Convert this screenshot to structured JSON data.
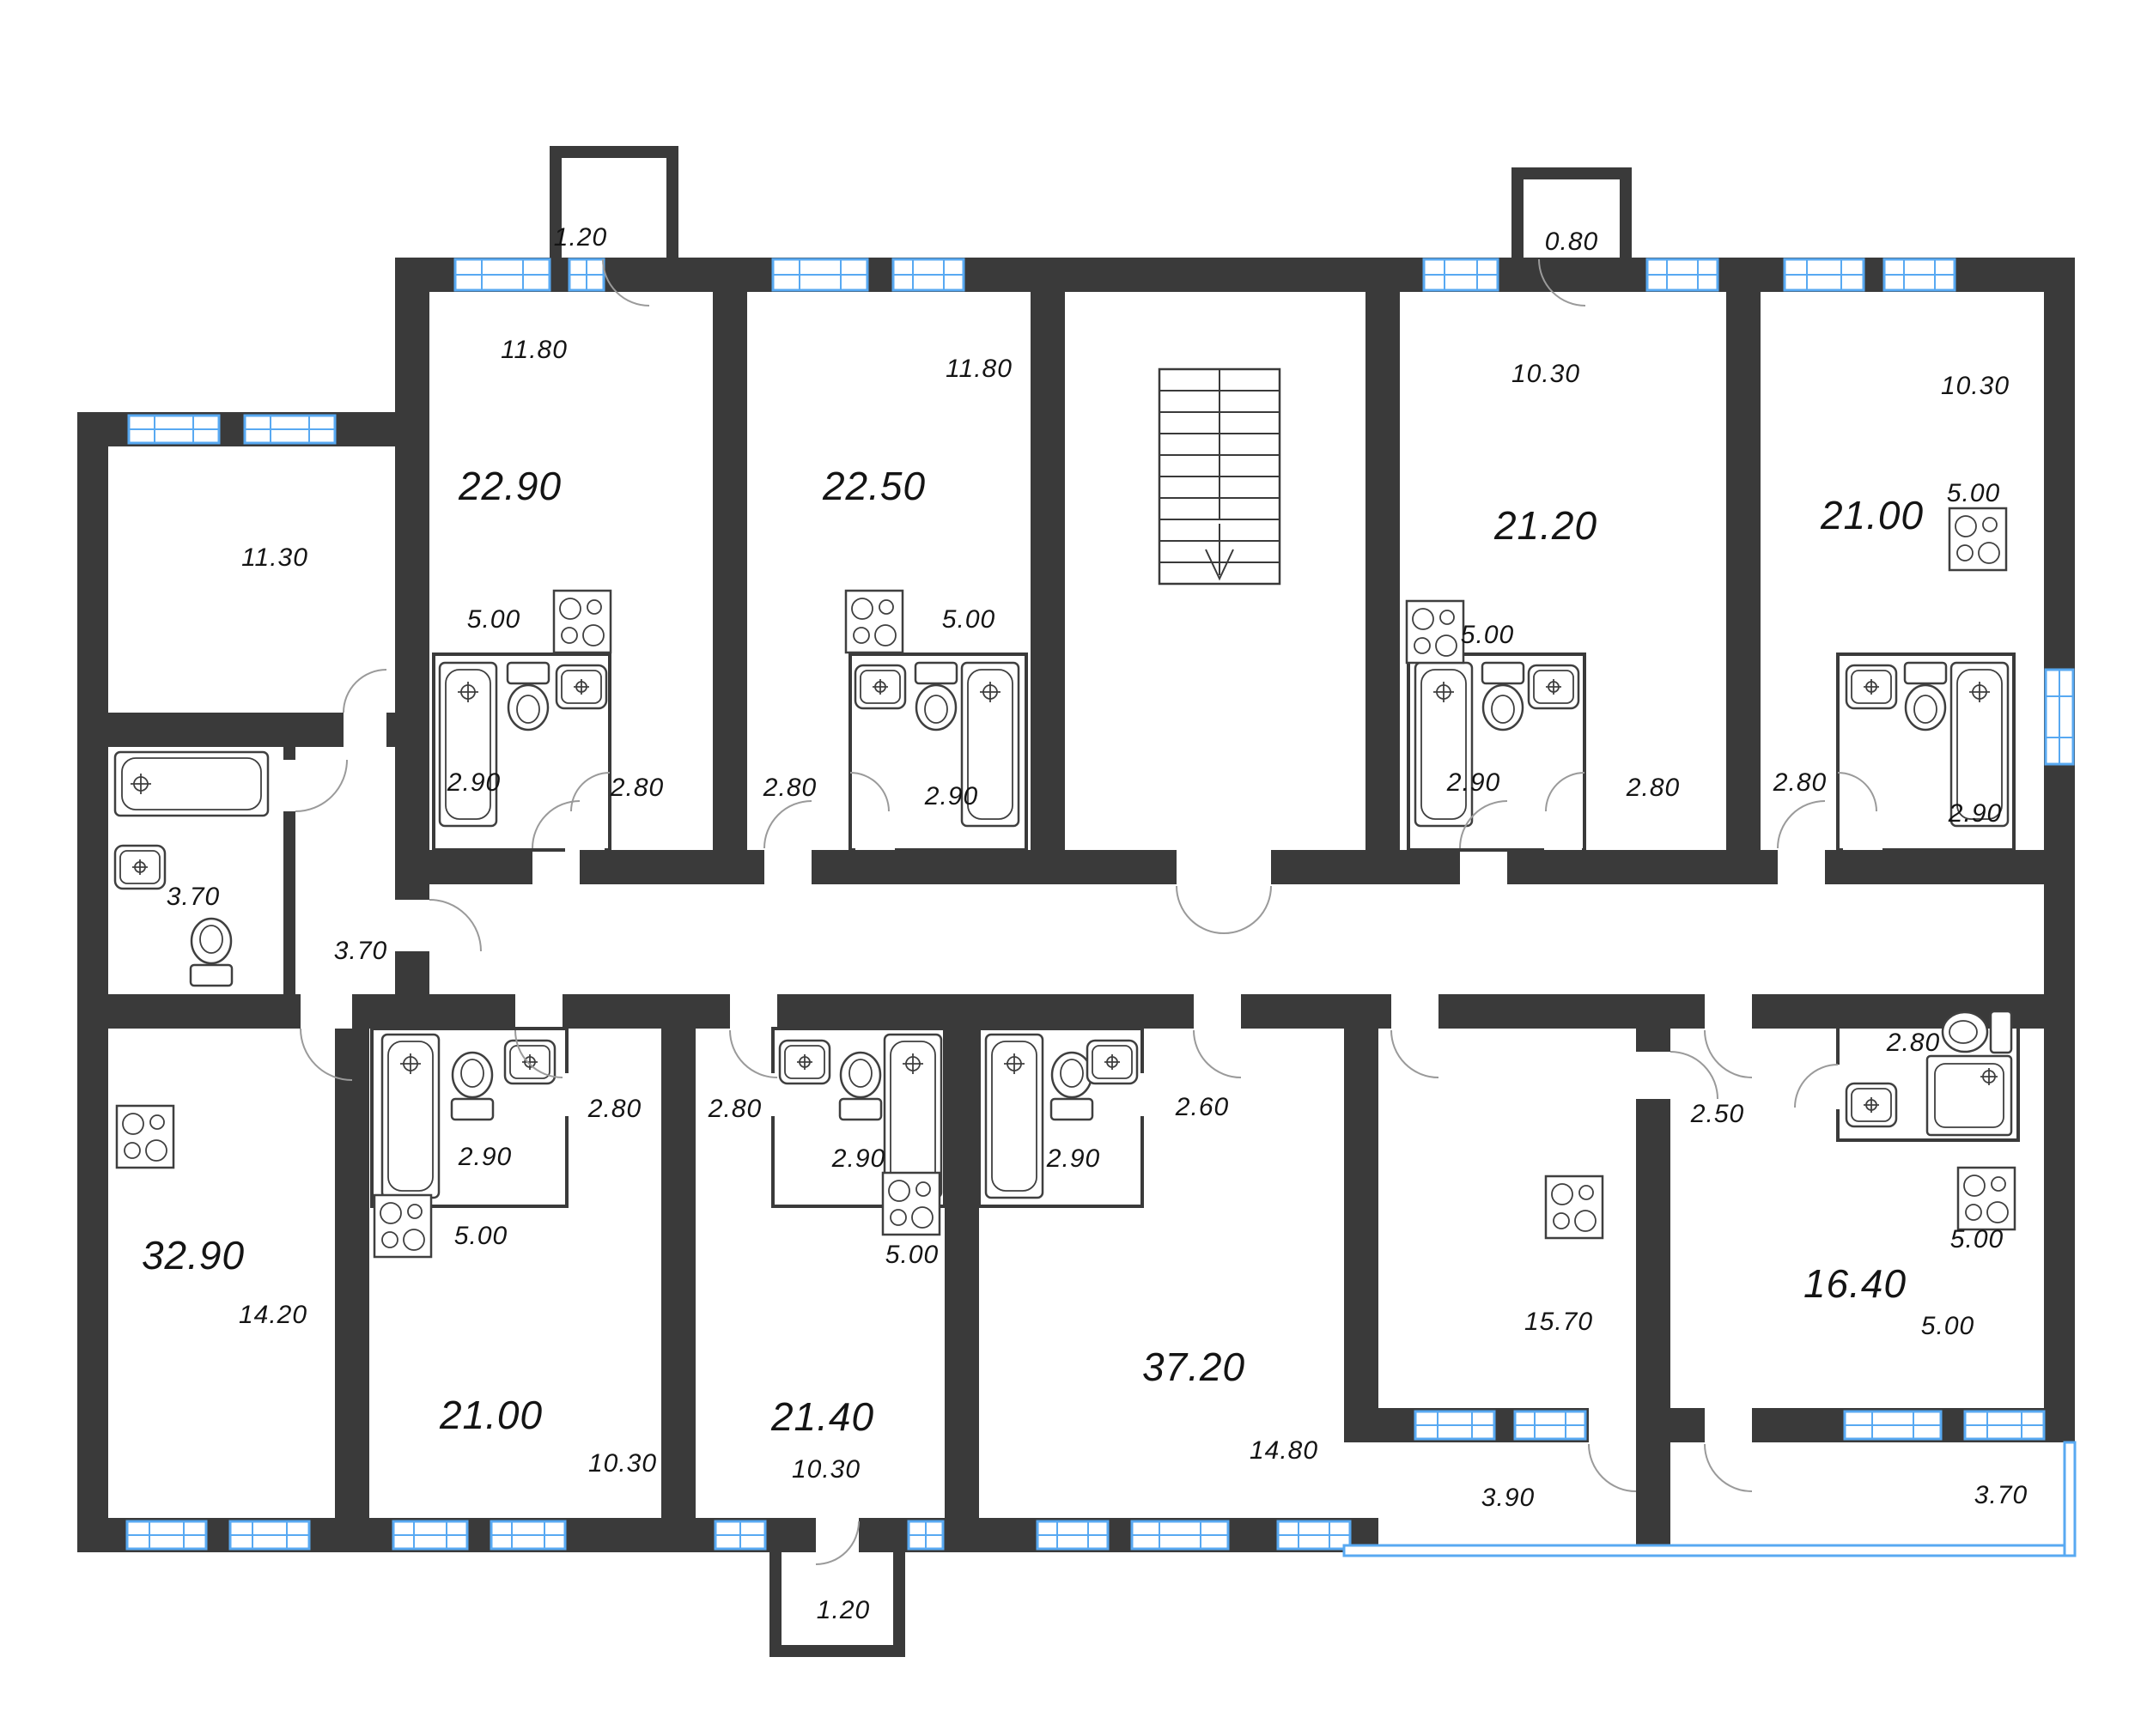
{
  "document": {
    "type": "apartment-floor-plan"
  },
  "colors": {
    "wall": "#3a3a3a",
    "window": "#58a9f2",
    "fixture": "#3f3f3f",
    "door_arc": "#9a9a9a",
    "label_text": "#141414",
    "background": "#ffffff"
  },
  "icons": [
    "bathtub-icon",
    "toilet-icon",
    "sink-icon",
    "stove-icon",
    "shower-icon",
    "stairs-icon",
    "window-icon",
    "door-arc-icon"
  ],
  "labels": [
    {
      "text": "1.20",
      "kind": "balcony-area"
    },
    {
      "text": "11.80",
      "kind": "room-dimension"
    },
    {
      "text": "22.90",
      "kind": "unit-area"
    },
    {
      "text": "11.80",
      "kind": "room-dimension"
    },
    {
      "text": "22.50",
      "kind": "unit-area"
    },
    {
      "text": "0.80",
      "kind": "balcony-area"
    },
    {
      "text": "10.30",
      "kind": "room-dimension"
    },
    {
      "text": "21.20",
      "kind": "unit-area"
    },
    {
      "text": "10.30",
      "kind": "room-dimension"
    },
    {
      "text": "21.00",
      "kind": "unit-area"
    },
    {
      "text": "11.30",
      "kind": "room-dimension"
    },
    {
      "text": "5.00",
      "kind": "kitchen-area"
    },
    {
      "text": "5.00",
      "kind": "kitchen-area"
    },
    {
      "text": "5.00",
      "kind": "kitchen-area"
    },
    {
      "text": "5.00",
      "kind": "kitchen-area"
    },
    {
      "text": "2.90",
      "kind": "bathroom-area"
    },
    {
      "text": "2.80",
      "kind": "hall-area"
    },
    {
      "text": "2.80",
      "kind": "hall-area"
    },
    {
      "text": "2.90",
      "kind": "bathroom-area"
    },
    {
      "text": "2.90",
      "kind": "bathroom-area"
    },
    {
      "text": "2.80",
      "kind": "hall-area"
    },
    {
      "text": "2.80",
      "kind": "hall-area"
    },
    {
      "text": "2.90",
      "kind": "bathroom-area"
    },
    {
      "text": "3.70",
      "kind": "bathroom-area"
    },
    {
      "text": "3.70",
      "kind": "hall-area"
    },
    {
      "text": "2.90",
      "kind": "bathroom-area"
    },
    {
      "text": "2.80",
      "kind": "hall-area"
    },
    {
      "text": "2.80",
      "kind": "hall-area"
    },
    {
      "text": "2.90",
      "kind": "bathroom-area"
    },
    {
      "text": "2.90",
      "kind": "bathroom-area"
    },
    {
      "text": "2.60",
      "kind": "hall-area"
    },
    {
      "text": "2.80",
      "kind": "bathroom-area"
    },
    {
      "text": "2.50",
      "kind": "hall-area"
    },
    {
      "text": "32.90",
      "kind": "unit-area"
    },
    {
      "text": "14.20",
      "kind": "room-dimension"
    },
    {
      "text": "5.00",
      "kind": "kitchen-area"
    },
    {
      "text": "5.00",
      "kind": "kitchen-area"
    },
    {
      "text": "15.70",
      "kind": "room-dimension"
    },
    {
      "text": "16.40",
      "kind": "unit-area"
    },
    {
      "text": "5.00",
      "kind": "kitchen-area"
    },
    {
      "text": "5.00",
      "kind": "kitchen-area"
    },
    {
      "text": "21.00",
      "kind": "unit-area"
    },
    {
      "text": "21.40",
      "kind": "unit-area"
    },
    {
      "text": "37.20",
      "kind": "unit-area"
    },
    {
      "text": "10.30",
      "kind": "room-dimension"
    },
    {
      "text": "10.30",
      "kind": "room-dimension"
    },
    {
      "text": "14.80",
      "kind": "room-dimension"
    },
    {
      "text": "3.90",
      "kind": "loggia-area"
    },
    {
      "text": "3.70",
      "kind": "loggia-area"
    },
    {
      "text": "1.20",
      "kind": "balcony-area"
    }
  ]
}
